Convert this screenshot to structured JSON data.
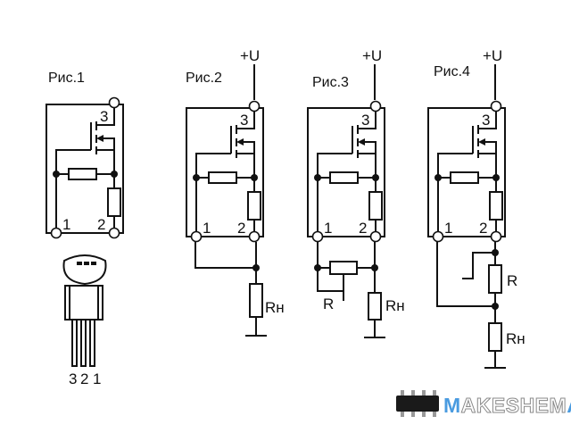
{
  "figures": [
    {
      "caption": "Рис.1",
      "pins": [
        "1",
        "2",
        "3"
      ]
    },
    {
      "caption": "Рис.2",
      "pins": [
        "1",
        "2",
        "3"
      ],
      "supply": "+U",
      "load": "Rн"
    },
    {
      "caption": "Рис.3",
      "pins": [
        "1",
        "2",
        "3"
      ],
      "supply": "+U",
      "load": "Rн",
      "pot": "R"
    },
    {
      "caption": "Рис.4",
      "pins": [
        "1",
        "2",
        "3"
      ],
      "supply": "+U",
      "load": "Rн",
      "pot": "R"
    }
  ],
  "package": {
    "pin_labels": [
      "3",
      "2",
      "1"
    ]
  },
  "logo": {
    "first": "M",
    "middle": "AKESHEM",
    "last": "A",
    "accent": "#4a9be0",
    "grey": "#8a8a8a"
  }
}
